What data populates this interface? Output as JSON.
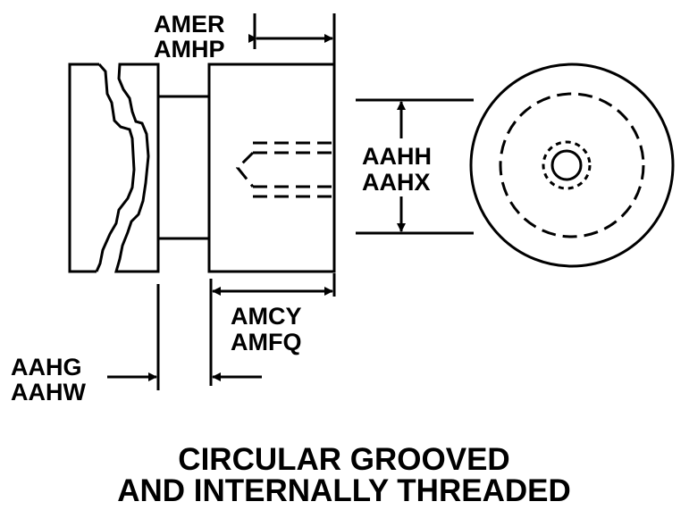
{
  "labels": {
    "top_dim": [
      "AMER",
      "AMHP"
    ],
    "right_dim": [
      "AAHH",
      "AAHX"
    ],
    "bottom_dim": [
      "AMCY",
      "AMFQ"
    ],
    "left_dim": [
      "AAHG",
      "AAHW"
    ]
  },
  "title": [
    "CIRCULAR GROOVED",
    "AND INTERNALLY THREADED"
  ]
}
